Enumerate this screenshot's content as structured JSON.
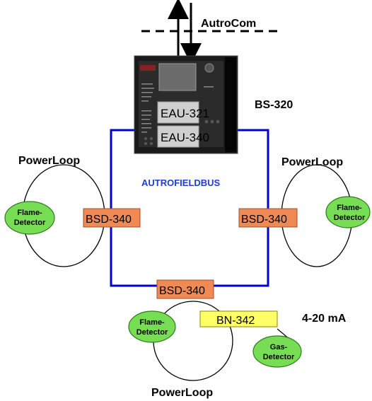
{
  "bus": {
    "autrocom_label": "AutroCom",
    "fieldbus_label": "AUTROFIELDBUS",
    "fieldbus_color": "#0000cc"
  },
  "panel": {
    "label": "BS-320",
    "modules": [
      "EAU-321",
      "EAU-340"
    ]
  },
  "loops": {
    "left_label": "PowerLoop",
    "right_label": "PowerLoop",
    "bottom_label": "PowerLoop"
  },
  "bsd": {
    "left": "BSD-340",
    "right": "BSD-340",
    "bottom": "BSD-340",
    "color": "#f08a54"
  },
  "bn": {
    "label": "BN-342",
    "color": "#ffff66",
    "signal_label": "4-20 mA"
  },
  "detectors": {
    "left": [
      "Flame-",
      "Detector"
    ],
    "right": [
      "Flame-",
      "Detector"
    ],
    "bottom": [
      "Flame-",
      "Detector"
    ],
    "gas": [
      "Gas-",
      "Detector"
    ],
    "color": "#77dd55"
  }
}
